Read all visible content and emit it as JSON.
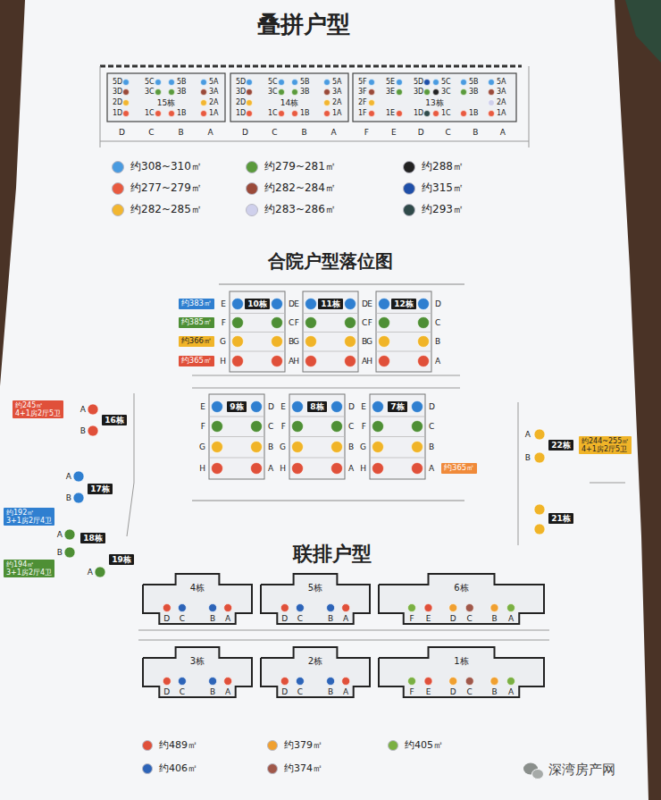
{
  "diagram": {
    "nodes": [
      {
        "text": [
          "约383㎡"
        ]
      },
      {
        "text": [
          "约385㎡"
        ]
      },
      {
        "text": [
          "约366㎡"
        ]
      },
      {
        "text": [
          "约365㎡"
        ]
      },
      {
        "text": [
          "10栋"
        ]
      },
      {
        "text": [
          "11栋"
        ]
      },
      {
        "text": [
          "12栋"
        ]
      },
      {
        "text": [
          "9栋"
        ]
      },
      {
        "text": [
          "8栋"
        ]
      },
      {
        "text": [
          "7栋"
        ]
      },
      {
        "text": [
          "约365㎡"
        ]
      },
      {
        "text": [
          "约245㎡",
          "4+1房2厅5卫"
        ]
      },
      {
        "text": [
          "16栋"
        ]
      },
      {
        "text": [
          "17栋"
        ]
      },
      {
        "text": [
          "约192㎡",
          "3+1房2厅4卫"
        ]
      },
      {
        "text": [
          "18栋"
        ]
      },
      {
        "text": [
          "约194㎡",
          "3+1房2厅4卫"
        ]
      },
      {
        "text": [
          "19栋"
        ]
      },
      {
        "text": [
          "22栋"
        ]
      },
      {
        "text": [
          "约244~255㎡",
          "4+1房2厅5卫"
        ]
      },
      {
        "text": [
          "21栋"
        ]
      }
    ],
    "labels": [
      "叠拼户型",
      "合院户型落位图",
      "联排户型",
      "15栋",
      "5D",
      "3D",
      "2D",
      "1D",
      "5C",
      "3C",
      "1C",
      "5B",
      "3B",
      "1B",
      "5A",
      "3A",
      "2A",
      "1A",
      "D",
      "C",
      "B",
      "A",
      "14栋",
      "5D",
      "3D",
      "2D",
      "1D",
      "5C",
      "3C",
      "1C",
      "5B",
      "3B",
      "1B",
      "5A",
      "3A",
      "2A",
      "1A",
      "D",
      "C",
      "B",
      "A",
      "13栋",
      "5F",
      "3F",
      "2F",
      "1F",
      "5E",
      "3E",
      "1E",
      "5D",
      "3D",
      "1D",
      "5C",
      "3C",
      "1C",
      "5B",
      "3B",
      "1B",
      "5A",
      "3A",
      "2A",
      "1A",
      "F",
      "E",
      "D",
      "C",
      "B",
      "A",
      "E",
      "F",
      "G",
      "H",
      "D",
      "C",
      "B",
      "A",
      "E",
      "F",
      "G",
      "H",
      "D",
      "C",
      "B",
      "A",
      "E",
      "F",
      "G",
      "H",
      "D",
      "C",
      "B",
      "A",
      "E",
      "F",
      "G",
      "H",
      "D",
      "C",
      "B",
      "A",
      "E",
      "F",
      "G",
      "H",
      "D",
      "C",
      "B",
      "A",
      "E",
      "F",
      "G",
      "H",
      "D",
      "C",
      "B",
      "A",
      "A",
      "B",
      "A",
      "B",
      "A",
      "B",
      "A",
      "A",
      "B",
      "4栋",
      "D",
      "C",
      "B",
      "A",
      "5栋",
      "D",
      "C",
      "B",
      "A",
      "6栋",
      "F",
      "E",
      "D",
      "C",
      "B",
      "A",
      "3栋",
      "D",
      "C",
      "B",
      "A",
      "2栋",
      "D",
      "C",
      "B",
      "A",
      "1栋",
      "F",
      "E",
      "D",
      "C",
      "B",
      "A",
      "深湾房产网"
    ],
    "legend": [
      {
        "text": "约308~310㎡",
        "color": "#4a9be0"
      },
      {
        "text": "约279~281㎡",
        "color": "#5a9a3c"
      },
      {
        "text": "约288㎡",
        "color": "#222222"
      },
      {
        "text": "约277~279㎡",
        "color": "#e85a40"
      },
      {
        "text": "约282~284㎡",
        "color": "#9a4a3a"
      },
      {
        "text": "约315㎡",
        "color": "#1f4fa8"
      },
      {
        "text": "约282~285㎡",
        "color": "#f2b630"
      },
      {
        "text": "约283~286㎡",
        "color": "#cfd0ec"
      },
      {
        "text": "约293㎡",
        "color": "#2f4a4a"
      },
      {
        "text": "约489㎡",
        "color": "#e0503a"
      },
      {
        "text": "约379㎡",
        "color": "#f0a030"
      },
      {
        "text": "约405㎡",
        "color": "#7bb043"
      },
      {
        "text": "约406㎡",
        "color": "#2d64b8"
      },
      {
        "text": "约374㎡",
        "color": "#a0584a"
      }
    ]
  }
}
